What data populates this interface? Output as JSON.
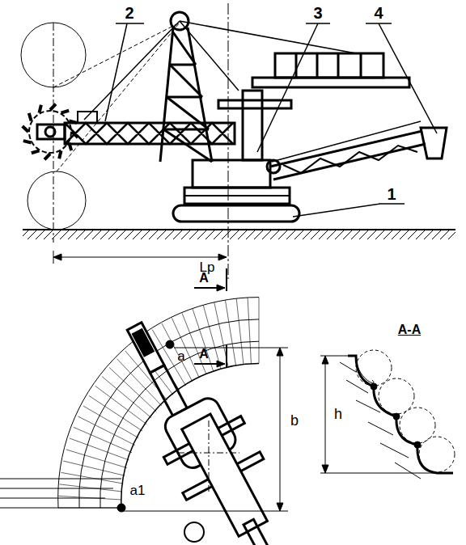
{
  "diagram": {
    "labels": [
      "2",
      "3",
      "4",
      "1",
      "Lp",
      "A",
      "A",
      "a",
      "b",
      "a1",
      "A-A",
      "h"
    ]
  }
}
